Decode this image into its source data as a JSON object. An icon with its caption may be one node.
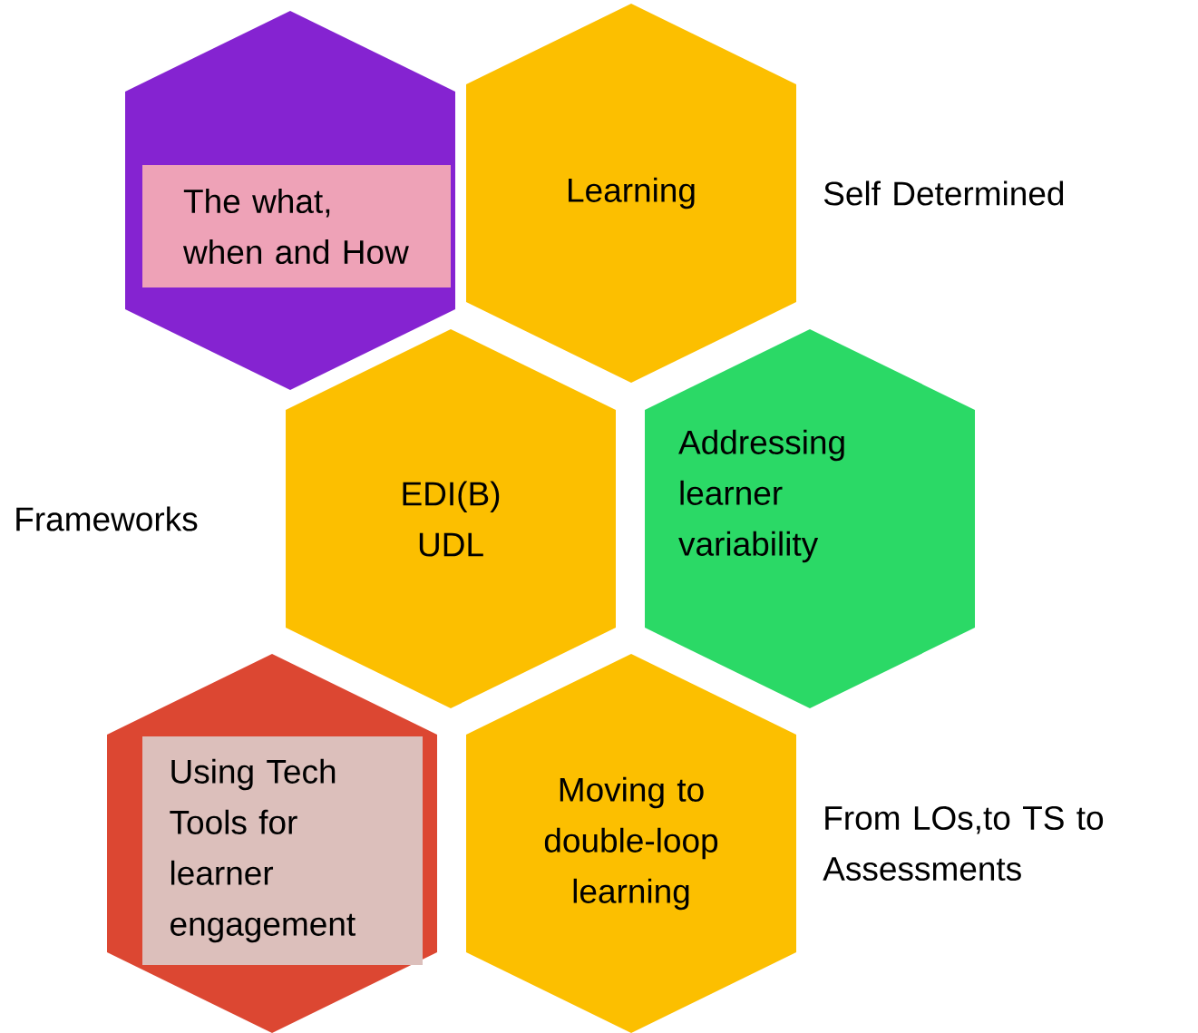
{
  "diagram": {
    "nodes": [
      {
        "text": [],
        "shape": "hexagon"
      },
      {
        "text": [
          "The what, when and How"
        ],
        "in": 0
      },
      {
        "text": [
          "Learning"
        ]
      },
      {
        "text": [
          "EDI(B) UDL"
        ]
      },
      {
        "text": [
          "Addressing learner variability"
        ]
      },
      {
        "text": [],
        "shape": "hexagon"
      },
      {
        "text": [
          "Using Tech Tools for learner engagement"
        ],
        "in": 5
      },
      {
        "text": [
          "Moving to double-loop learning"
        ]
      }
    ],
    "labels": [
      "Self Determined",
      "Frameworks",
      "From LOs,to TS to Assessments"
    ]
  }
}
